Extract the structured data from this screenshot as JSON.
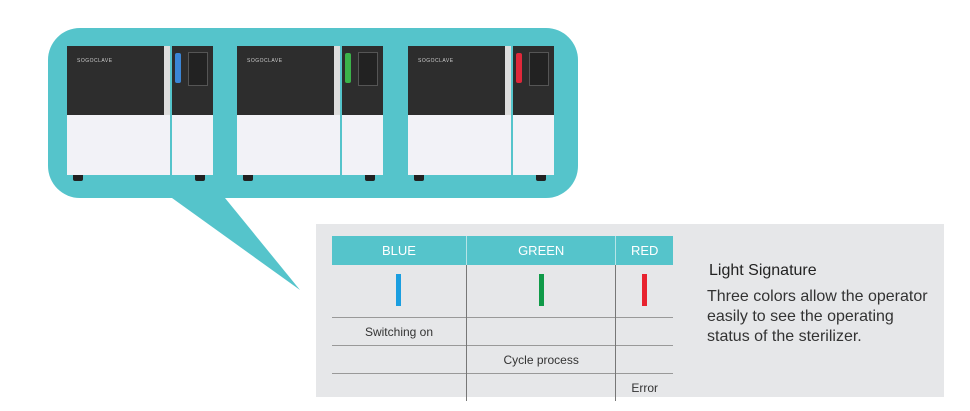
{
  "machines": [
    {
      "brand": "SOGOCLAVE",
      "light_color": "#3b86d6"
    },
    {
      "brand": "SOGOCLAVE",
      "light_color": "#3bb34a"
    },
    {
      "brand": "SOGOCLAVE",
      "light_color": "#e0283a"
    }
  ],
  "table": {
    "headers": [
      "BLUE",
      "GREEN",
      "RED"
    ],
    "light_colors": [
      "#1a9ee0",
      "#0f9a48",
      "#e8232f"
    ],
    "rows": [
      [
        "Switching on",
        "",
        ""
      ],
      [
        "",
        "Cycle process",
        ""
      ],
      [
        "",
        "",
        "Error"
      ]
    ]
  },
  "signature": {
    "title": "Light Signature",
    "text": "Three colors allow the operator easily to see the operating status of the sterilizer."
  }
}
